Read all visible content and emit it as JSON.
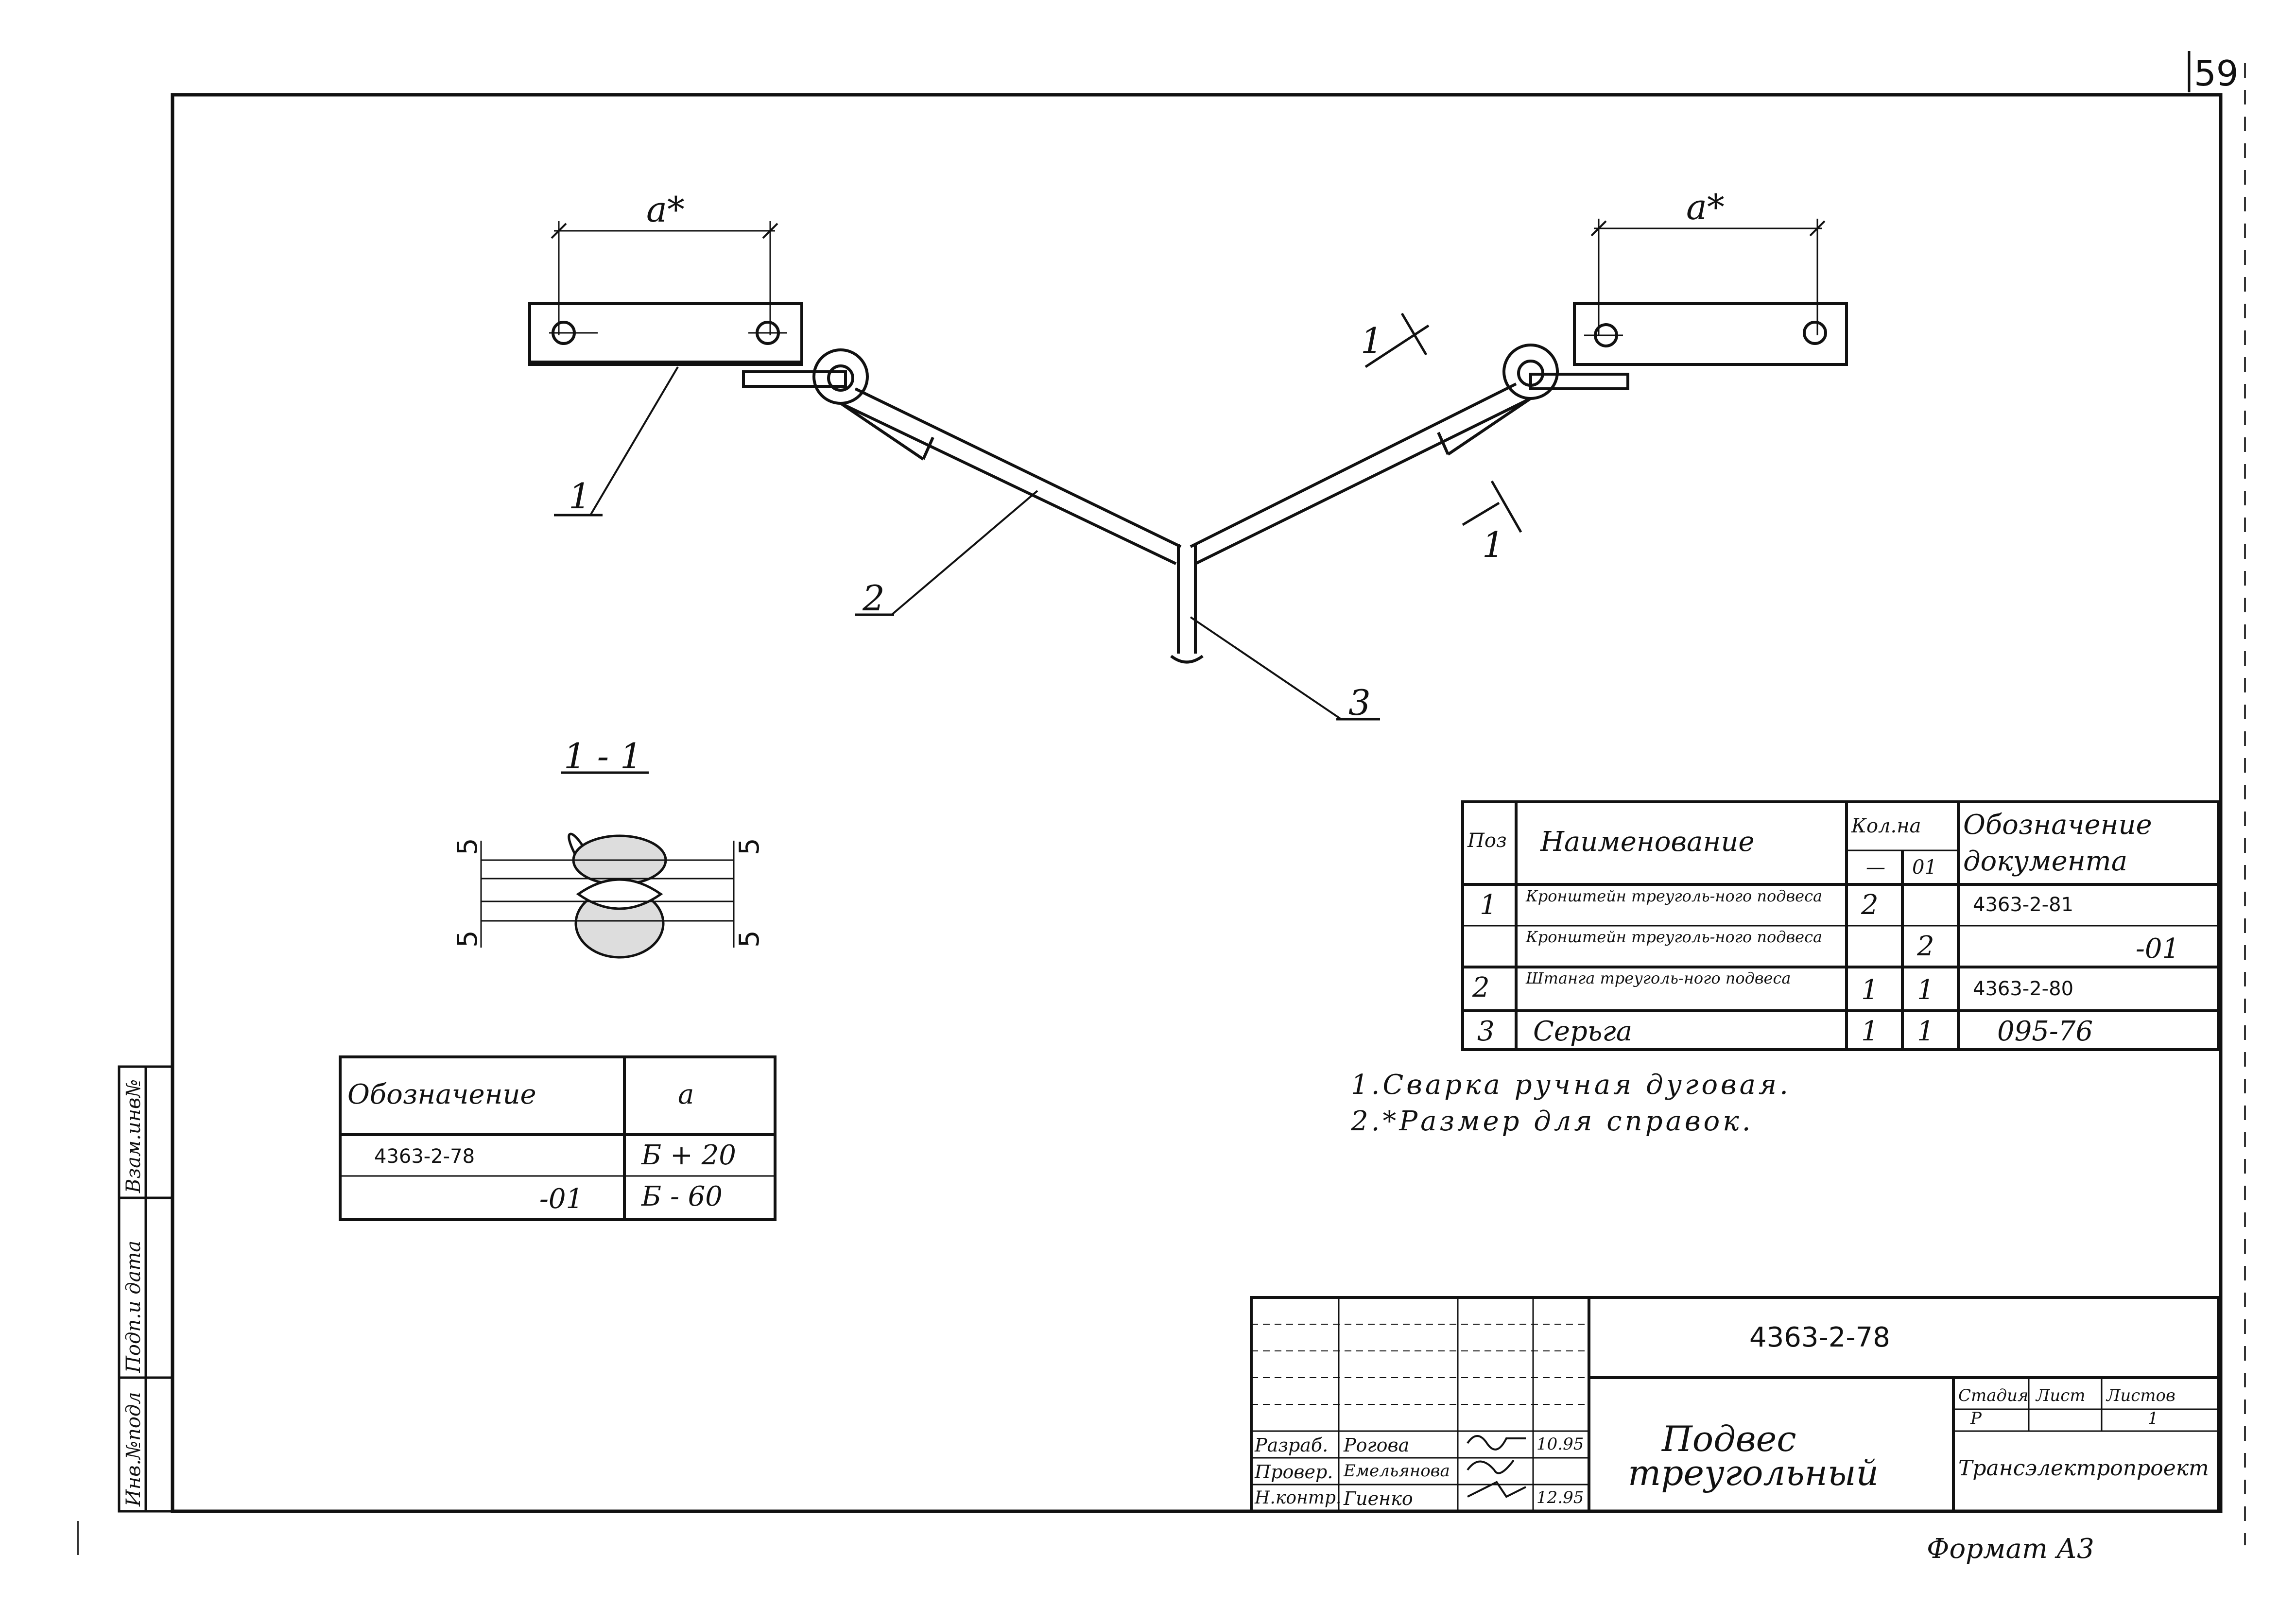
{
  "page_number": "59",
  "format_label": "Формат А3",
  "drawing": {
    "dim_label_left": "a*",
    "dim_label_right": "a*",
    "section_mark": "1",
    "pos_1": "1",
    "pos_2": "2",
    "pos_3": "3",
    "section_title": "1 - 1",
    "section_dims": [
      "5",
      "5",
      "5",
      "5"
    ]
  },
  "side_stamp": {
    "cells": [
      "Взам.инв№",
      "Подп.и дата",
      "Инв.№подл"
    ]
  },
  "a_table": {
    "headers": [
      "Обозначение",
      "a"
    ],
    "rows": [
      {
        "designation": "4363-2-78",
        "value": "Б + 20"
      },
      {
        "designation": "-01",
        "value": "Б - 60"
      }
    ]
  },
  "spec_table": {
    "headers": {
      "pos": "Поз",
      "name": "Наименование",
      "qty": "Кол.на",
      "qty_a": "—",
      "qty_b": "01",
      "doc_1": "Обозначение",
      "doc_2": "документа"
    },
    "rows": [
      {
        "pos": "1",
        "name": "Кронштейн треуголь-ного подвеса",
        "qty_a": "2",
        "qty_b": "",
        "doc": "4363-2-81"
      },
      {
        "pos": "",
        "name": "Кронштейн треуголь-ного подвеса",
        "qty_a": "",
        "qty_b": "2",
        "doc": "-01"
      },
      {
        "pos": "2",
        "name": "Штанга треуголь-ного подвеса",
        "qty_a": "1",
        "qty_b": "1",
        "doc": "4363-2-80"
      },
      {
        "pos": "3",
        "name": "Серьга",
        "qty_a": "1",
        "qty_b": "1",
        "doc": "095-76"
      }
    ]
  },
  "notes": [
    "1.Сварка ручная дуговая.",
    "2.*Размер для справок."
  ],
  "title_block": {
    "doc_code": "4363-2-78",
    "title_line1": "Подвес",
    "title_line2": "треугольный",
    "stage_label": "Стадия",
    "sheet_label": "Лист",
    "sheets_label": "Листов",
    "stage": "Р",
    "sheet": "",
    "sheets": "1",
    "organization": "Трансэлектропроект",
    "roles": [
      {
        "role": "Разраб.",
        "name": "Рогова",
        "date": "10.95"
      },
      {
        "role": "Провер.",
        "name": "Емельянова",
        "date": ""
      },
      {
        "role": "Н.контр.",
        "name": "Гиенко",
        "date": "12.95"
      }
    ]
  }
}
